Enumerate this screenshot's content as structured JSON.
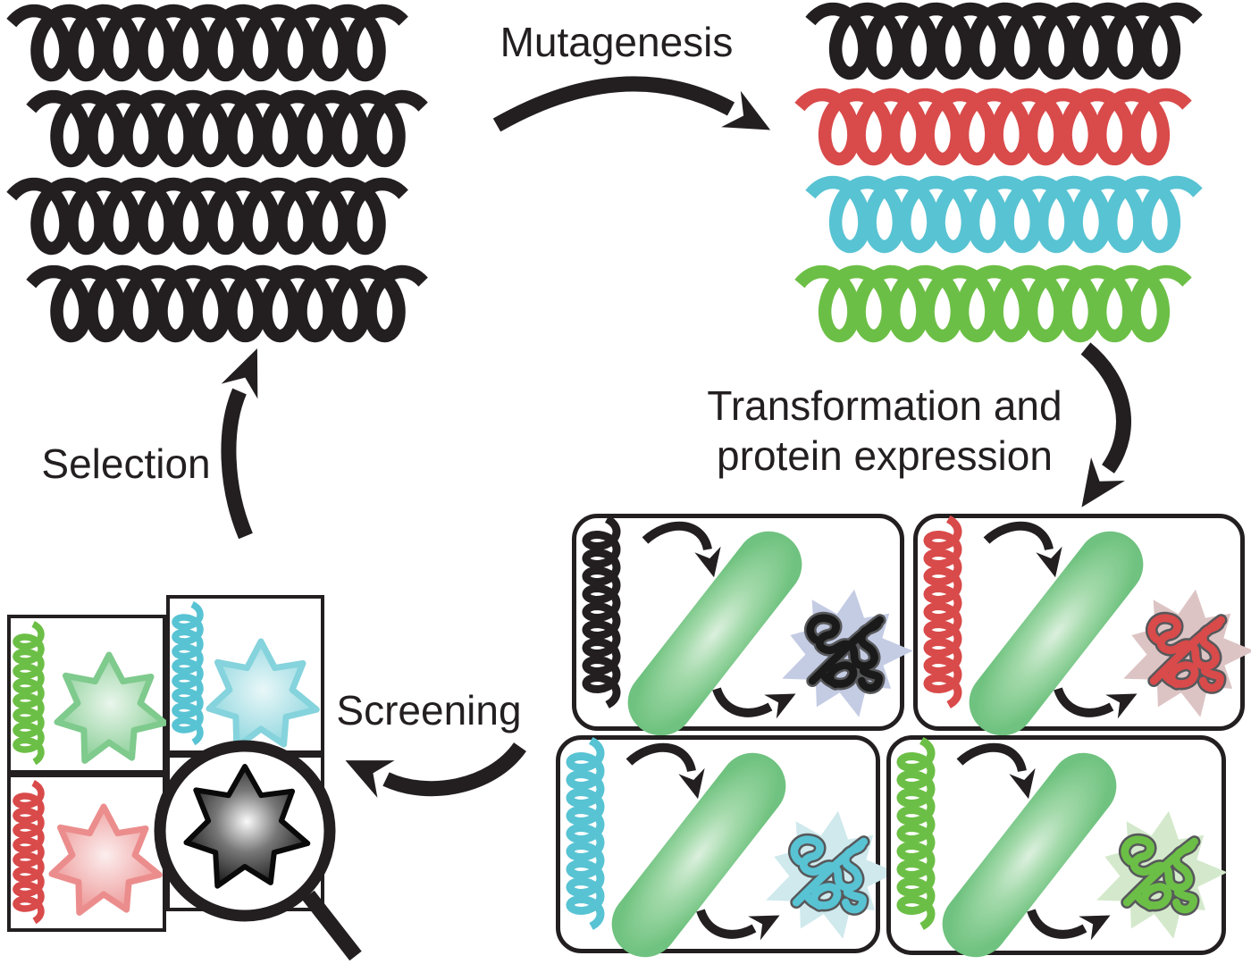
{
  "labels": {
    "mutagenesis": "Mutagenesis",
    "transformation_line1": "Transformation and",
    "transformation_line2": "protein expression",
    "selection": "Selection",
    "screening": "Screening"
  },
  "colors": {
    "ink": "#231f20",
    "dna_black": "#231f20",
    "dna_red": "#d94a4a",
    "dna_cyan": "#58c3d3",
    "dna_green": "#6cbf46",
    "rod_edge": "#6fc27f",
    "rod_mid": "#a4daab",
    "rod_center": "#dcf0de",
    "squiggle_outline": "#57585b",
    "blob_black": "#c4cce4",
    "blob_red": "#ddc4c4",
    "blob_cyan": "#cfe9ed",
    "blob_green": "#d4e9cc",
    "star_green_edge": "#7fca8d",
    "star_green_center": "#eaf6ec",
    "star_cyan_edge": "#85d3dc",
    "star_cyan_center": "#e9f7f8",
    "star_red_edge": "#ec8d8d",
    "star_red_center": "#fceeee",
    "star_black_edge": "#0a0a0a",
    "star_black_center": "#fafafa"
  },
  "library_left": {
    "rows": [
      "black",
      "black",
      "black",
      "black"
    ]
  },
  "library_right": {
    "rows": [
      "black",
      "red",
      "cyan",
      "green"
    ]
  },
  "expression_panels": [
    {
      "dna": "black",
      "blob": "blob_black"
    },
    {
      "dna": "red",
      "blob": "blob_red"
    },
    {
      "dna": "cyan",
      "blob": "blob_cyan"
    },
    {
      "dna": "green",
      "blob": "blob_green"
    }
  ],
  "screening_plates": [
    {
      "dna": "green",
      "star": "green",
      "magnified": false
    },
    {
      "dna": "cyan",
      "star": "cyan",
      "magnified": false
    },
    {
      "dna": "red",
      "star": "red",
      "magnified": false
    },
    {
      "dna": "black",
      "star": "black",
      "magnified": true
    }
  ]
}
